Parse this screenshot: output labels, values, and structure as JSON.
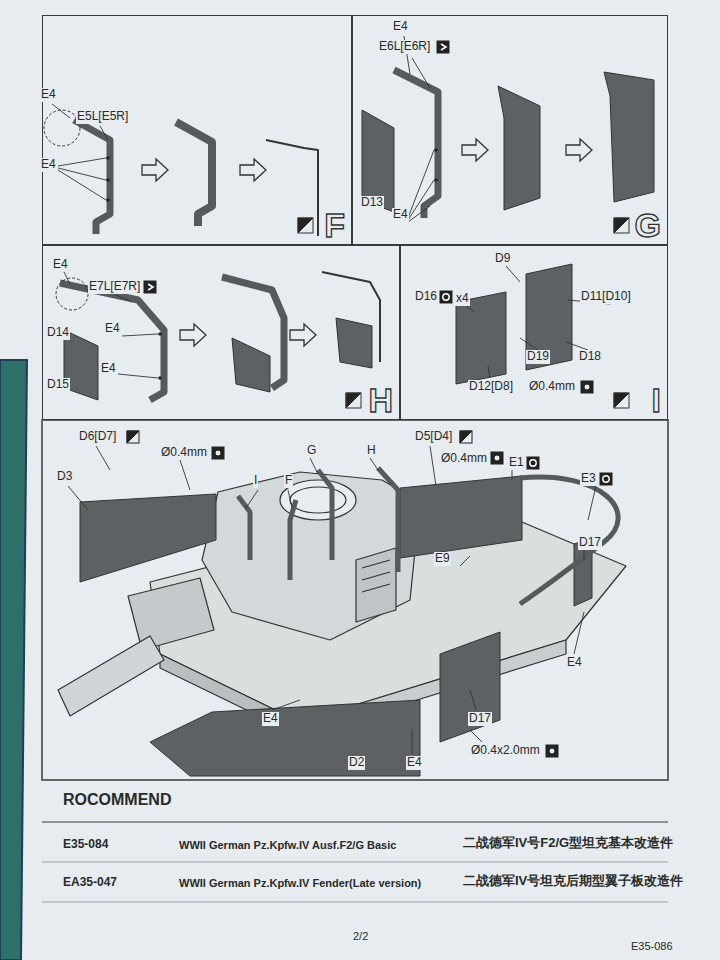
{
  "diagram": {
    "nodes": [
      {
        "text": [
          "F"
        ]
      },
      {
        "text": [
          "G"
        ]
      },
      {
        "text": [
          "H"
        ]
      },
      {
        "text": [
          "I"
        ]
      }
    ],
    "labels": [
      "E4",
      "E5L[E5R]",
      "E4",
      "E4",
      "E6L[E6R]",
      "D13",
      "E4",
      "E4",
      "E7L[E7R]",
      "D14",
      "E4",
      "E4",
      "D15",
      "D9",
      "D16",
      "x4",
      "D11[D10]",
      "D19",
      "D18",
      "D12[D8]",
      "Ø0.4mm",
      "D6[D7]",
      "Ø0.4mm",
      "D3",
      "I",
      "F",
      "G",
      "H",
      "D5[D4]",
      "Ø0.4mm",
      "E1",
      "E3",
      "E9",
      "D17",
      "E4",
      "E4",
      "D2",
      "E4",
      "D17",
      "Ø0.4x2.0mm",
      "ROCOMMEND",
      "E35-084",
      "WWII German Pz.Kpfw.IV Ausf.F2/G Basic",
      "二战德军IV号F2/G型坦克基本改造件",
      "EA35-047",
      "WWII German Pz.Kpfw.IV Fender(Late version)",
      "二战德军IV号坦克后期型翼子板改造件",
      "2/2",
      "E35-086"
    ]
  }
}
